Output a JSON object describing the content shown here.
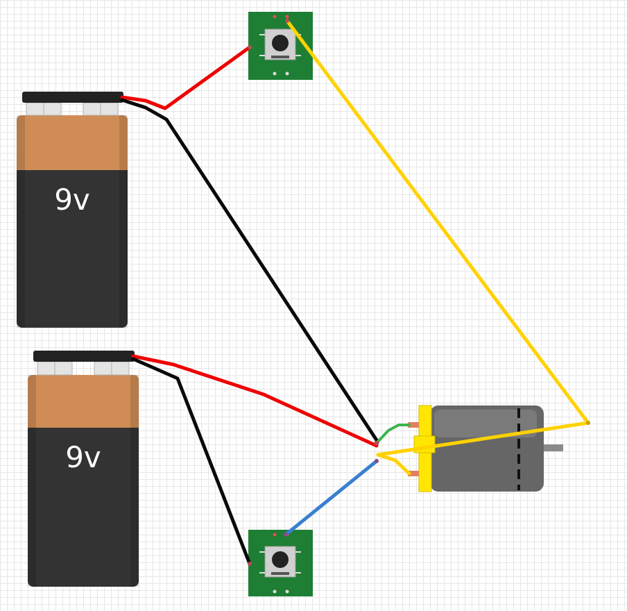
{
  "canvas": {
    "background": "#ffffff",
    "grid_color": "#e6e6e6"
  },
  "components": {
    "battery_top": {
      "label": "9v",
      "voltage": 9
    },
    "battery_bottom": {
      "label": "9v",
      "voltage": 9
    },
    "pushbutton_top": {
      "type": "pushbutton"
    },
    "pushbutton_bottom": {
      "type": "pushbutton"
    },
    "motor": {
      "type": "dc-motor"
    }
  },
  "wire_colors": {
    "red": "#ee0000",
    "black": "#0a0a0a",
    "yellow": "#ffd200",
    "blue": "#3a7fd0",
    "green": "#3cb44b"
  },
  "colors": {
    "battery_body": "#333333",
    "battery_band": "#d08c55",
    "pcb_green": "#1e7e34",
    "motor_gray": "#666666",
    "motor_cap_yellow": "#ffe600"
  }
}
